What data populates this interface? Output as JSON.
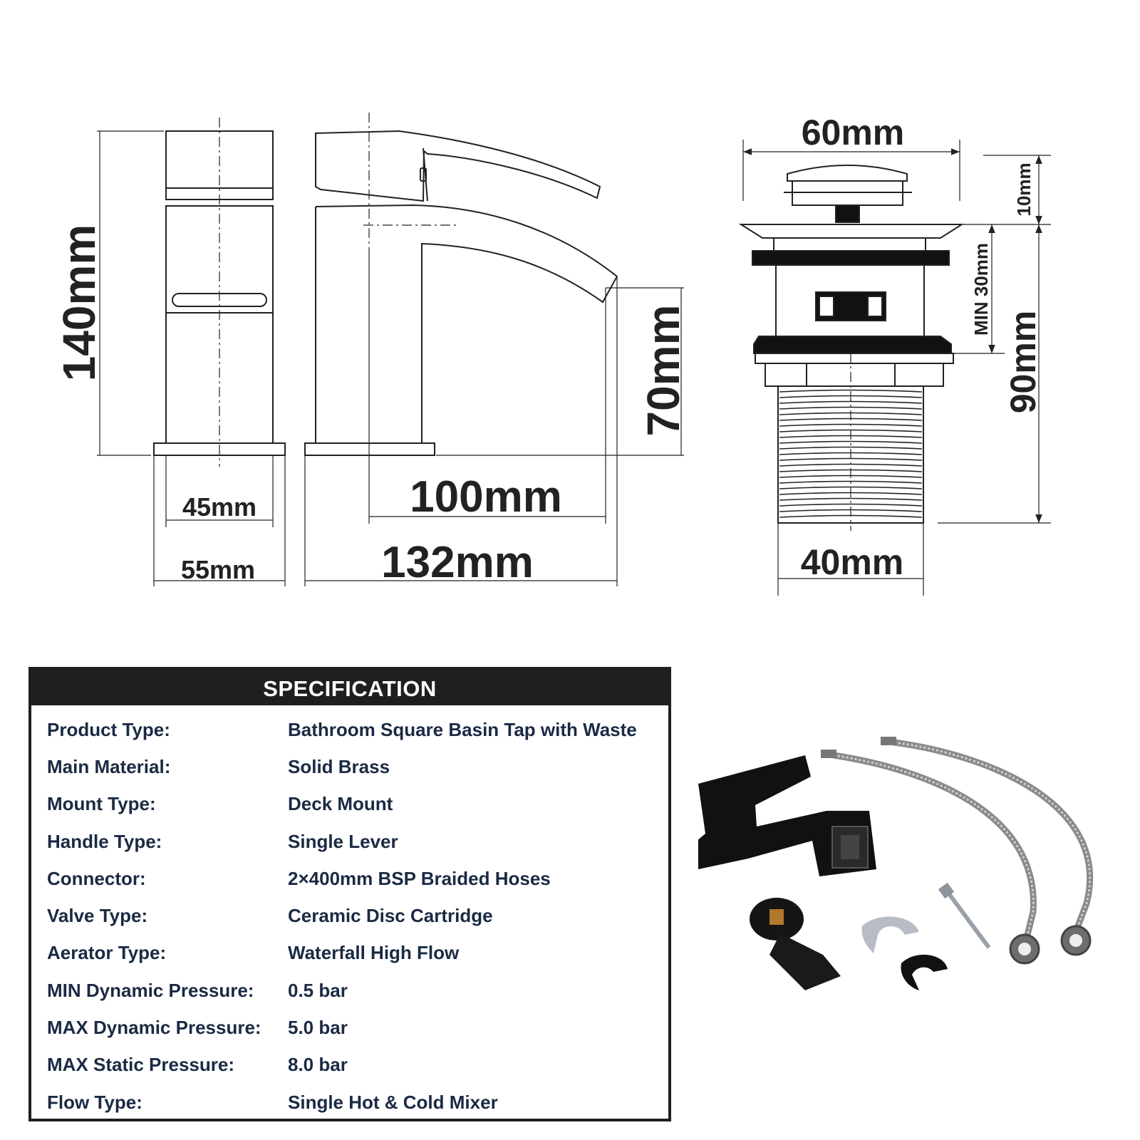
{
  "tap_dimensions": {
    "height": "140mm",
    "spout_height": "70mm",
    "spout_reach": "100mm",
    "overall_length": "132mm",
    "body_width": "45mm",
    "base_width": "55mm"
  },
  "waste_dimensions": {
    "cap_diameter": "60mm",
    "cap_height": "10mm",
    "basin_thickness": "MIN 30mm",
    "total_height": "90mm",
    "thread_diameter": "40mm"
  },
  "specification": {
    "title": "SPECIFICATION",
    "rows": [
      {
        "label": "Product Type:",
        "value": "Bathroom Square Basin Tap with Waste"
      },
      {
        "label": "Main Material:",
        "value": "Solid Brass"
      },
      {
        "label": "Mount Type:",
        "value": "Deck Mount"
      },
      {
        "label": "Handle Type:",
        "value": "Single Lever"
      },
      {
        "label": "Connector:",
        "value": "2×400mm BSP Braided Hoses"
      },
      {
        "label": "Valve Type:",
        "value": "Ceramic Disc Cartridge"
      },
      {
        "label": "Aerator Type:",
        "value": "Waterfall High Flow"
      },
      {
        "label": "MIN Dynamic Pressure:",
        "value": "0.5 bar"
      },
      {
        "label": "MAX Dynamic Pressure:",
        "value": "5.0 bar"
      },
      {
        "label": "MAX Static Pressure:",
        "value": "8.0 bar"
      },
      {
        "label": "Flow Type:",
        "value": "Single Hot & Cold Mixer"
      }
    ]
  },
  "colors": {
    "line": "#222222",
    "table_header": "#1f1f1f",
    "table_text": "#1b2a44"
  }
}
